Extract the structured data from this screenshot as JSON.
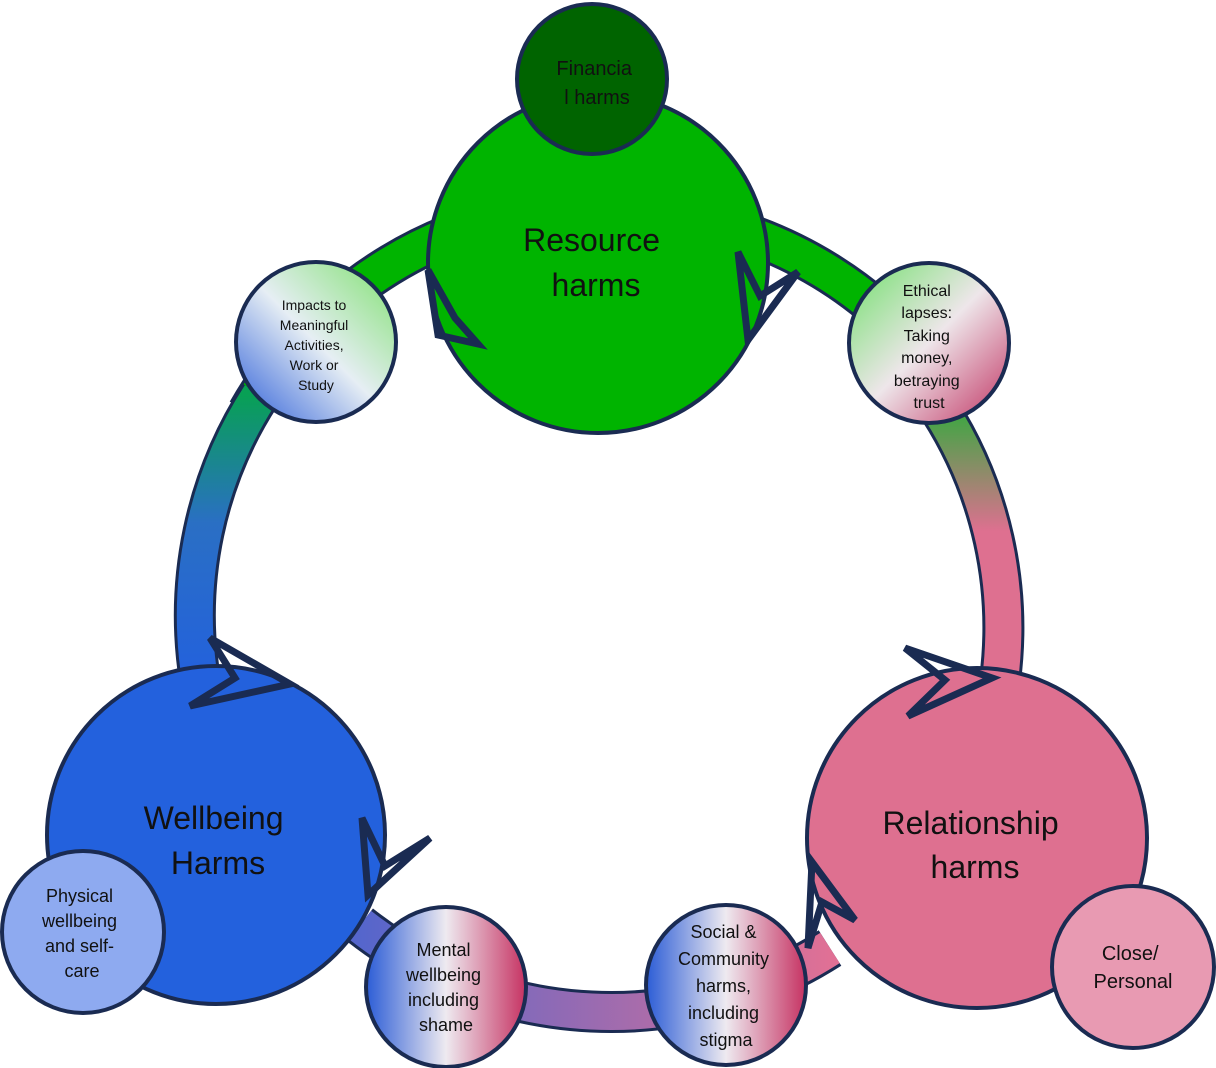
{
  "colors": {
    "outline": "#1a2b52",
    "resource": "#00b400",
    "financial": "#006400",
    "wellbeing": "#2361dd",
    "physical": "#8eaaf0",
    "relationship": "#de7090",
    "close": "#e89ab2",
    "ring_green": "#00b400",
    "ring_pink": "#de7090",
    "ring_blue": "#2361dd"
  },
  "main_nodes": {
    "resource": {
      "line1": "Resource",
      "line2": "harms",
      "icon": "circle"
    },
    "wellbeing": {
      "line1": "Wellbeing",
      "line2": "Harms",
      "icon": "circle"
    },
    "relationship": {
      "line1": "Relationship",
      "line2": "harms",
      "icon": "circle"
    }
  },
  "sub_nodes": {
    "financial": [
      "Financia",
      "l harms"
    ],
    "physical": [
      "Physical",
      "wellbeing",
      "and self-",
      "care"
    ],
    "close": [
      "Close/",
      "Personal"
    ],
    "activities": [
      "Impacts to",
      "Meaningful",
      "Activities,",
      "Work or",
      "Study"
    ],
    "ethical": [
      "Ethical",
      "lapses:",
      "Taking",
      "money,",
      "betraying",
      "trust"
    ],
    "mental": [
      "Mental",
      "wellbeing",
      "including",
      "shame"
    ],
    "social": [
      "Social &",
      "Community",
      "harms,",
      "including",
      "stigma"
    ]
  },
  "arrows": [
    "arrow-icon",
    "arrow-icon",
    "arrow-icon",
    "arrow-icon",
    "arrow-icon",
    "arrow-icon"
  ]
}
